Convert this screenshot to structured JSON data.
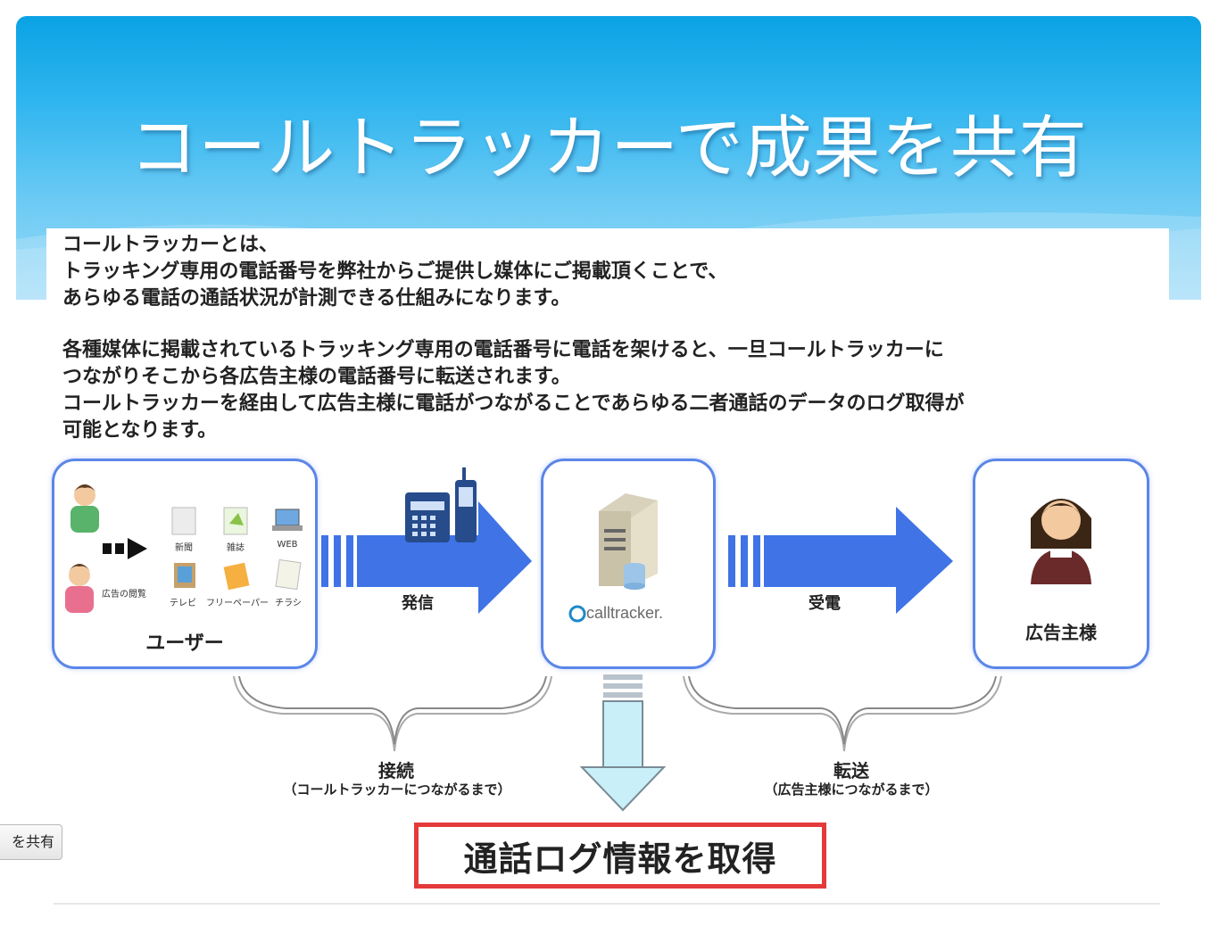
{
  "slide": {
    "title": "コールトラッカーで成果を共有"
  },
  "intro": {
    "lines": [
      "コールトラッカーとは、",
      "トラッキング専用の電話番号を弊社からご提供し媒体にご掲載頂くことで、",
      "あらゆる電話の通話状況が計測できる仕組みになります。"
    ]
  },
  "detail": {
    "lines": [
      "各種媒体に掲載されているトラッキング専用の電話番号に電話を架けると、一旦コールトラッカーに",
      "つながりそこから各広告主様の電話番号に転送されます。",
      "コールトラッカーを経由して広告主様に電話がつながることであらゆる二者通話のデータのログ取得が",
      "可能となります。"
    ]
  },
  "diagram": {
    "user_label": "ユーザー",
    "ad_view": "広告の閲覧",
    "media": [
      "新聞",
      "雑誌",
      "WEB",
      "テレビ",
      "フリーペーパー",
      "チラシ"
    ],
    "send_label": "発信",
    "logo_text": "calltracker.",
    "receive_label": "受電",
    "advertiser_label": "広告主様",
    "connect_label": "接続",
    "connect_note": "（コールトラッカーにつながるまで）",
    "transfer_label": "転送",
    "transfer_note": "（広告主様につながるまで）",
    "log_label": "通話ログ情報を取得"
  },
  "overlay_button": {
    "label": "を共有"
  },
  "colors": {
    "header_top": "#0aa2e4",
    "header_bottom": "#9ddbf8",
    "arrow_blue": "#3f73e6",
    "box_border": "#5b86e8",
    "log_border": "#e43a3a"
  }
}
